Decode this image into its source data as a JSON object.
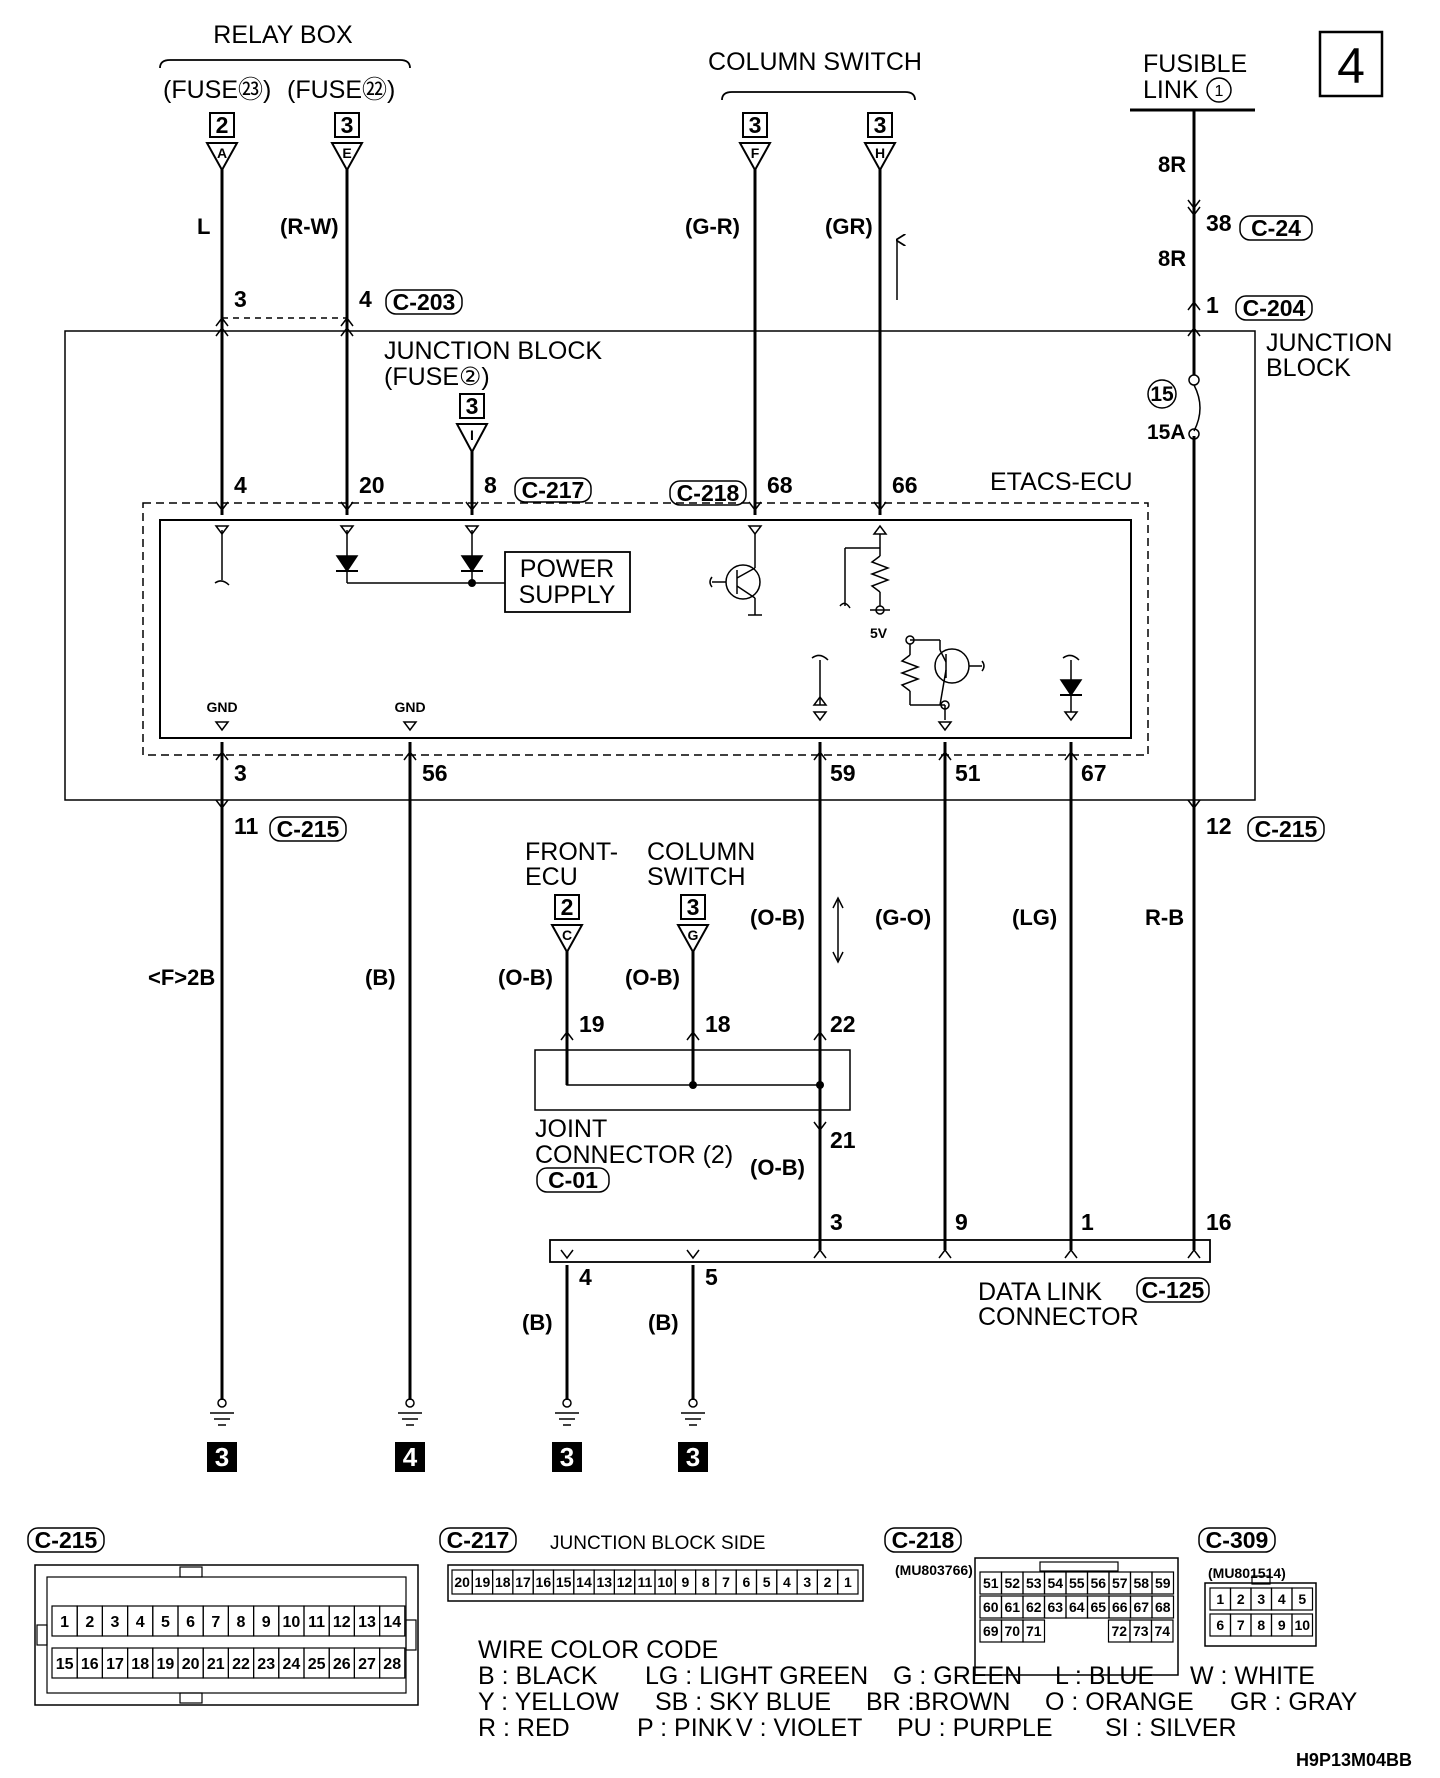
{
  "page_number": "4",
  "relay_box": {
    "title": "RELAY BOX",
    "fuse_a": "(FUSE㉓)",
    "fuse_b": "(FUSE㉒)"
  },
  "column_switch_top": {
    "title": "COLUMN SWITCH"
  },
  "fusible_link": {
    "line1": "FUSIBLE",
    "line2": "LINK",
    "num": "1"
  },
  "junction_block": {
    "title": "JUNCTION BLOCK",
    "line1": "JUNCTION",
    "line2": "BLOCK",
    "fuse_note": "(FUSE②)",
    "fuse_num": "15",
    "fuse_rating": "15A"
  },
  "etacs": {
    "title": "ETACS-ECU",
    "power_supply_1": "POWER",
    "power_supply_2": "SUPPLY",
    "gnd": "GND",
    "v5": "5V"
  },
  "refs": {
    "r2": "2",
    "r3": "3",
    "r4": "4"
  },
  "sources": {
    "a": "A",
    "e": "E",
    "f": "F",
    "h": "H",
    "i": "I",
    "c": "C",
    "g": "G"
  },
  "wires": {
    "l": "L",
    "rw": "(R-W)",
    "gr_r": "(G-R)",
    "gr": "(GR)",
    "r8": "8R",
    "f2b": "<F>2B",
    "b": "(B)",
    "ob": "(O-B)",
    "go": "(G-O)",
    "lg": "(LG)",
    "rb": "R-B"
  },
  "pins": {
    "p3": "3",
    "p4": "4",
    "p20": "20",
    "p8": "8",
    "p68": "68",
    "p66": "66",
    "p38": "38",
    "p1": "1",
    "p56": "56",
    "p59": "59",
    "p51": "51",
    "p67": "67",
    "p11": "11",
    "p12": "12",
    "p19": "19",
    "p18": "18",
    "p22": "22",
    "p21": "21",
    "p9": "9",
    "p16": "16",
    "p5": "5"
  },
  "connectors": {
    "c203": "C-203",
    "c24": "C-24",
    "c204": "C-204",
    "c217": "C-217",
    "c218": "C-218",
    "c215": "C-215",
    "c01": "C-01",
    "c125": "C-125",
    "c309": "C-309"
  },
  "front_ecu": {
    "line1": "FRONT-",
    "line2": "ECU"
  },
  "column_switch_mid": {
    "line1": "COLUMN",
    "line2": "SWITCH"
  },
  "joint_connector": {
    "line1": "JOINT",
    "line2": "CONNECTOR (2)"
  },
  "data_link": {
    "line1": "DATA LINK",
    "line2": "CONNECTOR"
  },
  "grounds": [
    "3",
    "4",
    "3",
    "3"
  ],
  "c217_side": "JUNCTION BLOCK SIDE",
  "c217_pins": [
    "20",
    "19",
    "18",
    "17",
    "16",
    "15",
    "14",
    "13",
    "12",
    "11",
    "10",
    "9",
    "8",
    "7",
    "6",
    "5",
    "4",
    "3",
    "2",
    "1"
  ],
  "c215_row1": [
    "1",
    "2",
    "3",
    "4",
    "5",
    "6",
    "7",
    "8",
    "9",
    "10",
    "11",
    "12",
    "13",
    "14"
  ],
  "c215_row2": [
    "15",
    "16",
    "17",
    "18",
    "19",
    "20",
    "21",
    "22",
    "23",
    "24",
    "25",
    "26",
    "27",
    "28"
  ],
  "c218_part": "(MU803766)",
  "c218_row1": [
    "51",
    "52",
    "53",
    "54",
    "55",
    "56",
    "57",
    "58",
    "59"
  ],
  "c218_row2": [
    "60",
    "61",
    "62",
    "63",
    "64",
    "65",
    "66",
    "67",
    "68"
  ],
  "c218_row3a": [
    "69",
    "70",
    "71"
  ],
  "c218_row3b": [
    "72",
    "73",
    "74"
  ],
  "c309_part": "(MU801514)",
  "c309_row1": [
    "1",
    "2",
    "3",
    "4",
    "5"
  ],
  "c309_row2": [
    "6",
    "7",
    "8",
    "9",
    "10"
  ],
  "wire_color_code": {
    "title": "WIRE COLOR CODE",
    "row1": [
      "B : BLACK",
      "LG : LIGHT GREEN",
      "G : GREEN",
      "L : BLUE",
      "W : WHITE"
    ],
    "row2": [
      "Y : YELLOW",
      "SB : SKY BLUE",
      "BR :BROWN",
      "O : ORANGE",
      "GR : GRAY"
    ],
    "row3": [
      "R : RED",
      "P : PINK",
      "V : VIOLET",
      "PU : PURPLE",
      "SI : SILVER"
    ]
  },
  "figure_code": "H9P13M04BB"
}
